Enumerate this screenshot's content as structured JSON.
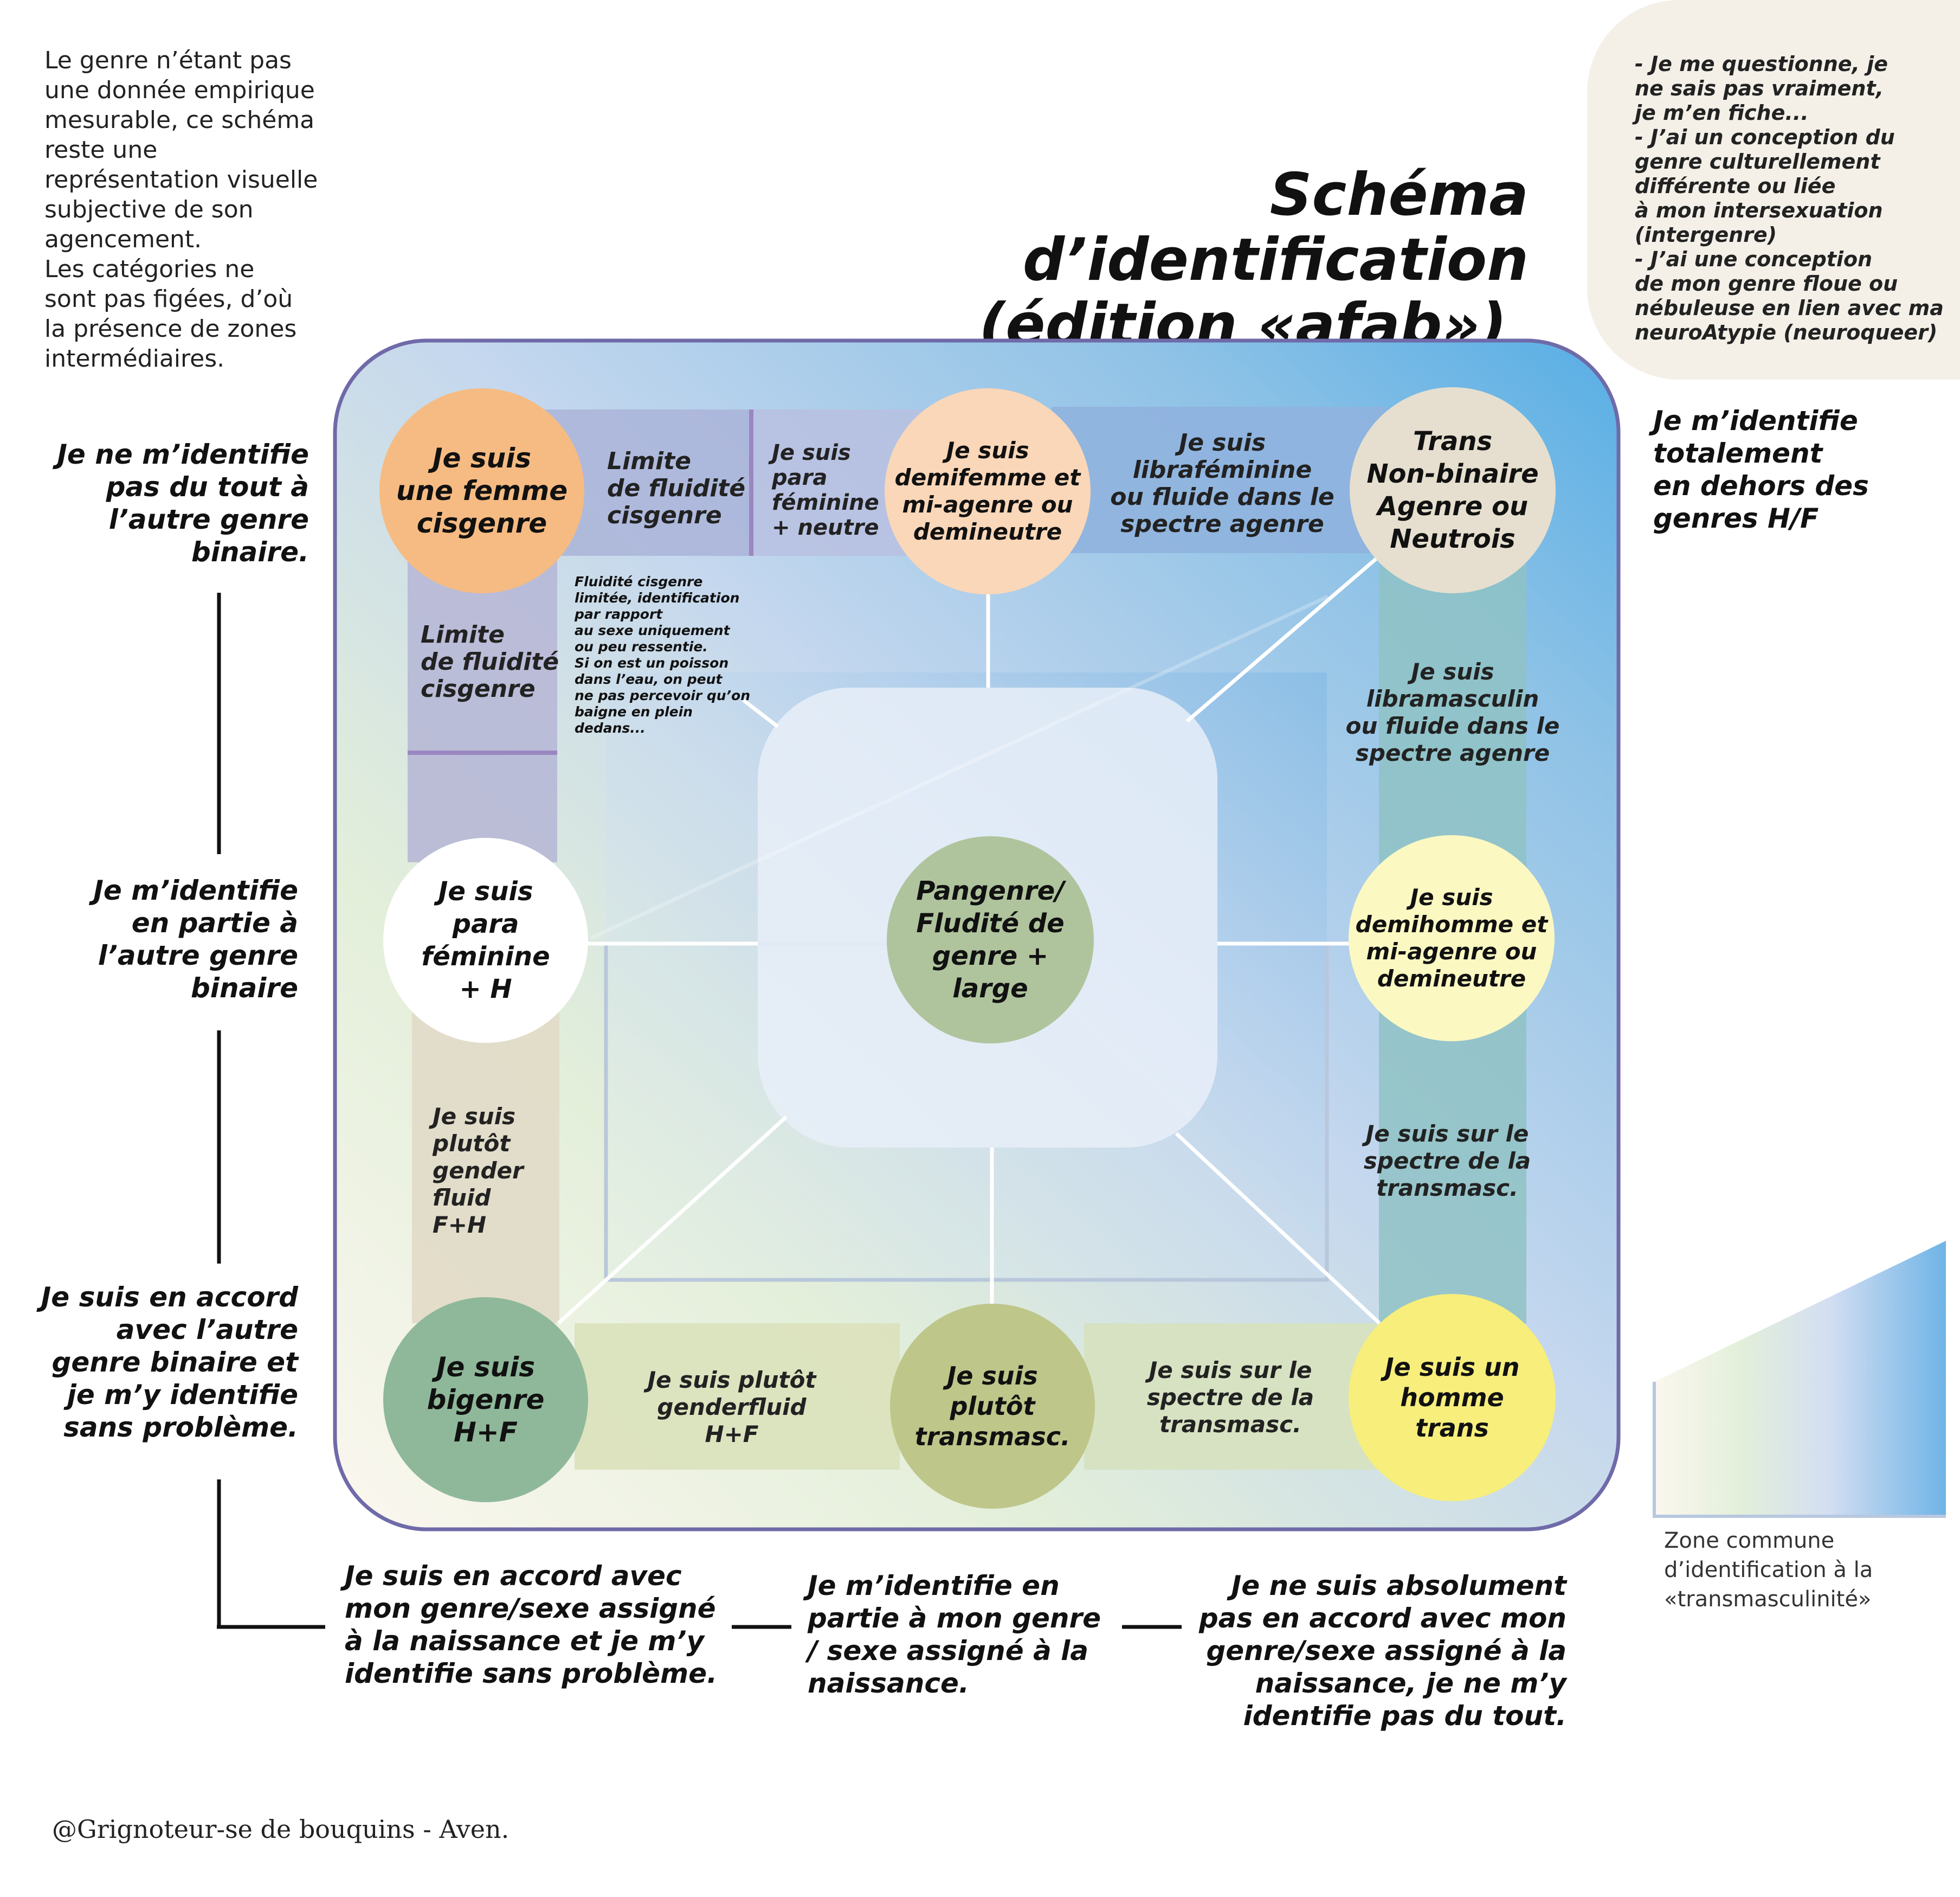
{
  "note_left": "Le genre n’étant pas\nune donnée empirique\nmesurable, ce schéma\nreste une\nreprésentation visuelle\nsubjective de son\nagencement.\nLes catégories ne\nsont pas figées, d’où\nla présence de zones\nintermédiaires.",
  "title_line1": "Schéma d’identification",
  "title_line2": "(édition «afab»)",
  "note_top_right": "- Je me questionne, je\nne sais pas vraiment,\nje m’en fiche...\n- J’ai un conception du\ngenre culturellement\ndifférente ou liée\nà mon intersexuation\n(intergenre)\n- J’ai une conception\nde mon genre floue ou\nnébuleuse en lien avec ma\n neuroAtypie (neuroqueer)",
  "side_right": "Je m’identifie\ntotalement\nen dehors des\ngenres H/F",
  "axis_left": {
    "top": "Je ne m’identifie\npas du tout à\nl’autre genre\nbinaire.",
    "middle": "Je m’identifie\nen partie à\nl’autre genre\nbinaire",
    "bottom": "Je suis en accord\navec l’autre\ngenre binaire et\nje m’y identifie\nsans problème."
  },
  "axis_bottom": {
    "left": "Je suis en accord avec\nmon genre/sexe assigné\nà la naissance et je m’y\nidentifie sans problème.",
    "middle": "Je m’identifie en\npartie à mon genre\n/ sexe assigné à la\nnaissance.",
    "right": "Je ne suis absolument\npas en accord avec mon\ngenre/sexe assigné à la\nnaissance, je ne m’y\nidentifie pas du tout."
  },
  "nodes": {
    "femme_cis": "Je suis\nune femme\ncisgenre",
    "demifemme": "Je suis\ndemifemme et\nmi-agenre ou\ndemineutre",
    "trans_nb": "Trans\nNon-binaire\nAgenre ou\nNeutrois",
    "para_feminine": "Je suis\npara\nféminine\n+ H",
    "pangenre": "Pangenre/\nFludité de\ngenre +\nlarge",
    "demihomme": "Je suis\ndemihomme et\nmi-agenre ou\ndemineutre",
    "bigenre": "Je suis\nbigenre\nH+F",
    "transmasc": "Je suis\nplutôt\ntransmasc.",
    "homme_trans": "Je suis un\nhomme\ntrans"
  },
  "bands": {
    "limite_top": "Limite\nde fluidité\ncisgenre",
    "para_neutre": "Je suis\npara\nféminine\n+ neutre",
    "librafeminine": "Je suis\nlibraféminine\nou fluide dans le\nspectre agenre",
    "limite_left": "Limite\nde fluidité\ncisgenre",
    "libramasculin": "Je suis\nlibramasculin\nou fluide dans le\nspectre agenre",
    "spectre_right": "Je suis sur le\nspectre de la\ntransmasc.",
    "genderfluid_left": "Je suis\nplutôt\ngender\nfluid\nF+H",
    "genderfluid_bottom": "Je suis plutôt\ngenderfluid\nH+F",
    "spectre_bottom": "Je suis sur le\nspectre de la\ntransmasc."
  },
  "note_inner": "Fluidité cisgenre\nlimitée, identification\npar rapport\nau sexe uniquement\nou peu ressentie.\nSi on est un poisson\ndans l’eau, on peut\nne pas percevoir qu’on\nbaigne en plein\ndedans...",
  "legend_label": "Zone commune\nd’identification à la\n«transmasculinité»",
  "credit": "@Grignoteur-se de bouquins - Aven.",
  "colors": {
    "frame_border": "#6f6aa8",
    "femme_cis": "#f6bb82",
    "demifemme": "#fad7b8",
    "trans_nb": "#e6dfcf",
    "para_feminine": "#ffffff",
    "pangenre": "#afc49d",
    "demihomme": "#fbf8c2",
    "bigenre": "#8fb89a",
    "transmasc": "#bec68a",
    "homme_trans": "#f7ee7c",
    "note_bubble": "#f4f0e8"
  }
}
